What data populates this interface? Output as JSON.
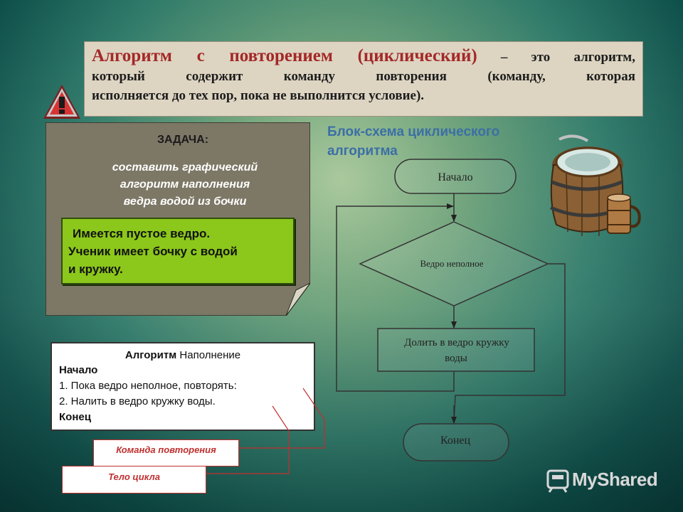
{
  "definition": {
    "term": "Алгоритм с повторением (циклический)",
    "lines": [
      " – это алгоритм,",
      "который содержит команду повторения (команду, которая",
      "исполняется до тех пор, пока не выполнится условие)."
    ]
  },
  "warning_icon": "exclamation-triangle-icon",
  "task": {
    "title": "ЗАДАЧА:",
    "text": [
      "составить графический",
      "алгоритм наполнения",
      "ведра водой из бочки"
    ],
    "given": [
      "Имеется пустое ведро.",
      "Ученик имеет бочку с водой",
      "и кружку."
    ]
  },
  "algorithm": {
    "header_bold": "Алгоритм",
    "header_rest": " Наполнение",
    "start": "Начало",
    "steps": [
      "1. Пока ведро неполное, повторять:",
      "2. Налить в ведро кружку воды."
    ],
    "end": "Конец"
  },
  "labels": {
    "repeat_command": "Команда повторения",
    "loop_body": "Тело цикла"
  },
  "flowchart": {
    "title_lines": [
      "Блок-схема циклического",
      "алгоритма"
    ],
    "start": "Начало",
    "condition": "Ведро неполное",
    "action": [
      "Долить в ведро кружку",
      "воды"
    ],
    "end": "Конец"
  },
  "image_icon": "barrel-and-mug-illustration",
  "watermark": {
    "icon": "myshared-logo-icon",
    "text": "MyShared"
  },
  "colors": {
    "term": "#a42828",
    "flow_title": "#3b6fa6",
    "green_box": "#8cc71b",
    "label_red": "#c03030"
  }
}
